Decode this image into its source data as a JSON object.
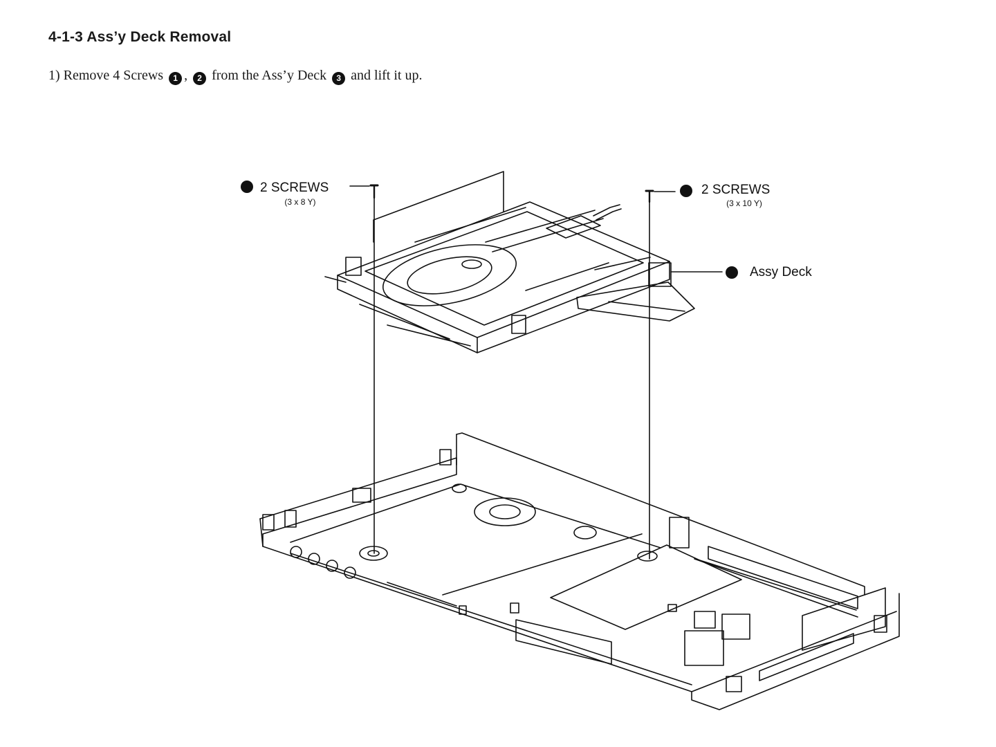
{
  "heading": "4-1-3 Ass’y Deck Removal",
  "instruction": {
    "prefix": "1) Remove 4 Screws ",
    "marker1": "1",
    "sep": ", ",
    "marker2": "2",
    "middle": " from the Ass’y Deck ",
    "marker3": "3",
    "suffix": " and lift it up."
  },
  "callouts": {
    "screws_left": {
      "marker": "1",
      "label": "2 SCREWS",
      "spec": "(3 x 8 Y)"
    },
    "screws_right": {
      "marker": "2",
      "label": "2 SCREWS",
      "spec": "(3 x 10 Y)"
    },
    "deck": {
      "marker": "3",
      "label": "Assy Deck"
    }
  }
}
